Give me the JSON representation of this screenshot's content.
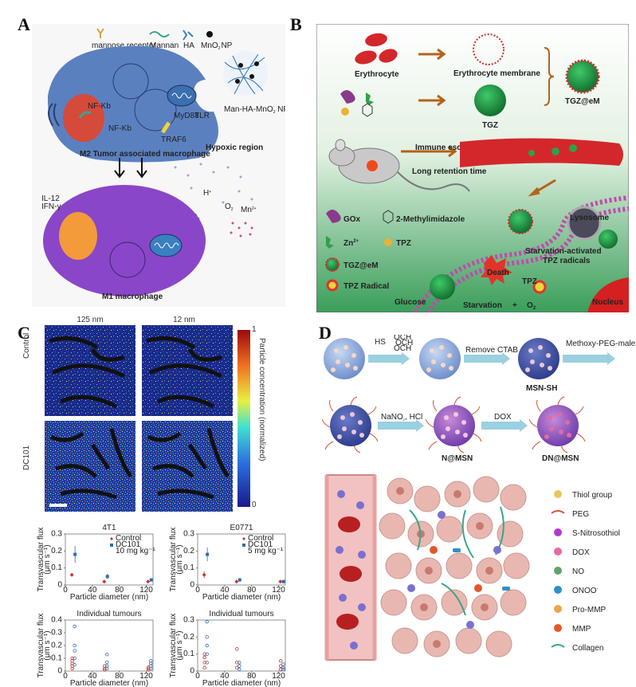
{
  "panel_labels": {
    "a": "A",
    "b": "B",
    "c": "C",
    "d": "D"
  },
  "panel_a": {
    "legend": [
      "mannose receptor",
      "Mannan",
      "HA",
      "MnO",
      "2",
      "NP"
    ],
    "np_label": "Man-HA-MnO",
    "np_label_sub": "2",
    "np_label_tail": " NP",
    "m2_label": "M2 Tumor associated macrophage",
    "m1_label": "M1 macrophage",
    "hypoxic": "Hypoxic region",
    "cytokines": [
      "IL-12",
      "IFN-γ"
    ],
    "nfkb1": "NF-Kb",
    "nfkb2": "NF-Kb",
    "myd88": "MyD88",
    "traf6": "TRAF6",
    "tlr": "TLR",
    "h2o2": "H",
    "o2": "O",
    "mn": "Mn",
    "h_plus": "H"
  },
  "panel_b": {
    "erythrocyte": "Erythrocyte",
    "erythrocyte_membrane": "Erythrocyte membrane",
    "tgz": "TGZ",
    "tgz_em": "TGZ@eM",
    "immune_escape": "Immune escape",
    "long_retention": "Long retention time",
    "lysosome": "Lysosome",
    "starvation_activated": "Starvation-activated",
    "tpz_radicals": "TPZ radicals",
    "death": "Death",
    "glucose": "Glucose",
    "starvation": "Starvation",
    "plus": "+",
    "o2": "O",
    "tpz_inner": "TPZ",
    "nucleus": "Nucleus",
    "legend": {
      "gox": "GOx",
      "methylimidazole": "2-Methylimidazole",
      "zn": "Zn",
      "tpz": "TPZ",
      "tgz_em": "TGZ@eM",
      "tpz_radical": "TPZ Radical"
    }
  },
  "panel_c": {
    "col_titles": [
      "125 nm",
      "12 nm"
    ],
    "row_titles": [
      "Control",
      "DC101"
    ],
    "colorbar_label": "Particle concentration (normalized)",
    "colorbar_ticks": [
      "1",
      "0"
    ],
    "colors": {
      "control": "#d0312d",
      "dc101": "#2f6db5"
    },
    "plots": [
      {
        "title": "4T1",
        "ylabel": "Transvascular flux",
        "ylabel_unit": "(μm s⁻¹)",
        "xlabel": "Particle diameter (nm)",
        "legend": [
          "Control",
          "DC101",
          "10 mg kg⁻¹"
        ],
        "chart_data": {
          "type": "scatter",
          "x": [
            12,
            60,
            125
          ],
          "xlim": [
            0,
            130
          ],
          "ylim": [
            0,
            0.3
          ],
          "xticks": [
            "0",
            "40",
            "80",
            "120"
          ],
          "yticks": [
            "0",
            "0.1",
            "0.2",
            "0.3"
          ],
          "series": [
            {
              "name": "Control",
              "values": [
                0.06,
                0.02,
                0.02
              ],
              "err": [
                0.01,
                0.01,
                0.01
              ]
            },
            {
              "name": "DC101",
              "values": [
                0.18,
                0.05,
                0.03
              ],
              "err": [
                0.05,
                0.015,
                0.01
              ]
            }
          ]
        }
      },
      {
        "title": "E0771",
        "ylabel": "Transvascular flux",
        "ylabel_unit": "(μm s⁻¹)",
        "xlabel": "Particle diameter (nm)",
        "legend": [
          "Control",
          "DC101",
          "5 mg kg⁻¹"
        ],
        "chart_data": {
          "type": "scatter",
          "x": [
            12,
            60,
            125
          ],
          "xlim": [
            0,
            130
          ],
          "ylim": [
            0,
            0.3
          ],
          "xticks": [
            "0",
            "40",
            "80",
            "120"
          ],
          "yticks": [
            "0",
            "0.1",
            "0.2",
            "0.3"
          ],
          "series": [
            {
              "name": "Control",
              "values": [
                0.06,
                0.02,
                0.02
              ],
              "err": [
                0.02,
                0.01,
                0.01
              ]
            },
            {
              "name": "DC101",
              "values": [
                0.18,
                0.03,
                0.02
              ],
              "err": [
                0.04,
                0.01,
                0.01
              ]
            }
          ]
        }
      },
      {
        "title": "Individual tumours",
        "ylabel": "Transvascular flux",
        "ylabel_unit": "(μm s⁻¹)",
        "xlabel": "Particle diameter (nm)",
        "chart_data": {
          "type": "scatter",
          "xlim": [
            0,
            130
          ],
          "ylim": [
            0,
            0.4
          ],
          "xticks": [
            "0",
            "40",
            "80",
            "120"
          ],
          "yticks": [
            "0",
            "0.1",
            "0.2",
            "0.3",
            "0.4"
          ],
          "series": [
            {
              "name": "Control",
              "x": [
                12,
                12,
                12,
                12,
                12,
                60,
                60,
                60,
                125,
                125,
                125
              ],
              "values": [
                0.02,
                0.04,
                0.06,
                0.08,
                0.1,
                0.01,
                0.02,
                0.04,
                0.01,
                0.02,
                0.03
              ]
            },
            {
              "name": "DC101",
              "x": [
                12,
                12,
                12,
                12,
                12,
                60,
                60,
                60,
                60,
                125,
                125,
                125,
                125
              ],
              "values": [
                0.05,
                0.1,
                0.16,
                0.2,
                0.35,
                0.02,
                0.04,
                0.07,
                0.13,
                0.02,
                0.04,
                0.06,
                0.08
              ]
            }
          ]
        }
      },
      {
        "title": "Individual tumours",
        "ylabel": "Transvascular flux",
        "ylabel_unit": "(μm s⁻¹)",
        "xlabel": "Particle diameter (nm)",
        "chart_data": {
          "type": "scatter",
          "xlim": [
            0,
            130
          ],
          "ylim": [
            0,
            0.3
          ],
          "xticks": [
            "0",
            "40",
            "80",
            "120"
          ],
          "yticks": [
            "0",
            "0.1",
            "0.2",
            "0.3"
          ],
          "series": [
            {
              "name": "Control",
              "x": [
                12,
                12,
                12,
                12,
                60,
                60,
                60,
                125,
                125,
                125
              ],
              "values": [
                0.02,
                0.05,
                0.08,
                0.1,
                0.02,
                0.05,
                0.13,
                0.01,
                0.03,
                0.06
              ],
              "_": null
            },
            {
              "name": "DC101",
              "x": [
                12,
                12,
                12,
                12,
                12,
                60,
                60,
                60,
                125,
                125,
                125
              ],
              "values": [
                0.05,
                0.1,
                0.15,
                0.2,
                0.29,
                0.01,
                0.03,
                0.05,
                0.01,
                0.02,
                0.04
              ]
            }
          ]
        }
      }
    ]
  },
  "panel_d": {
    "reagent_cut": "Remove CTAB",
    "peg_note": "Methoxy-PEG-maleimide",
    "mpts_label": "HS",
    "mpts_groups": [
      "OCH",
      "OCH",
      "OCH"
    ],
    "msn_sh": "MSN-SH",
    "nano2": "NaNO",
    "nano2_tail": ", HCl",
    "dox_arrow": "DOX",
    "n_msn": "N@MSN",
    "dn_msn": "DN@MSN",
    "legend": [
      "Thiol group",
      "PEG",
      "S-Nitrosothiol",
      "DOX",
      "NO",
      "ONOO",
      "Pro-MMP",
      "MMP",
      "Collagen"
    ],
    "legend_colors": [
      "#e8c65a",
      "#d4553b",
      "#b03bd0",
      "#e46aa0",
      "#5fa46a",
      "#2e8fc9",
      "#f0a34a",
      "#e2572a",
      "#3aa58a"
    ]
  }
}
